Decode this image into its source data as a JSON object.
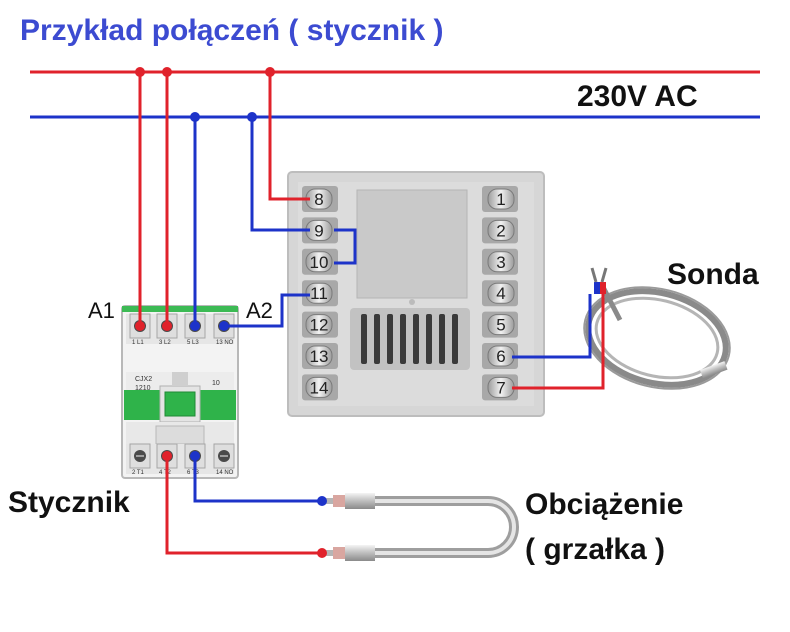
{
  "title": "Przykład połączeń ( stycznik )",
  "supply_label": "230V AC",
  "probe_label": "Sonda",
  "contactor_label": "Stycznik",
  "load_label_line1": "Obciążenie",
  "load_label_line2": "( grzałka )",
  "coil_a1_label": "A1",
  "coil_a2_label": "A2",
  "contactor_model": "CJX2\n1210",
  "contactor_top_terminals": [
    "1 L1",
    "3 L2",
    "5 L3",
    "13 NO"
  ],
  "contactor_bottom_terminals": [
    "2 T1",
    "4 T2",
    "6 T3",
    "14 NO"
  ],
  "contactor_aux_number": "10",
  "controller_left_terminals": [
    "8",
    "9",
    "10",
    "11",
    "12",
    "13",
    "14"
  ],
  "controller_right_terminals": [
    "1",
    "2",
    "3",
    "4",
    "5",
    "6",
    "7"
  ],
  "colors": {
    "title": "#3c4bd1",
    "live_wire": "#e0222b",
    "neutral_wire": "#1d33c9",
    "contactor_green": "#2fb34a",
    "controller_body": "#d6d6d6"
  }
}
